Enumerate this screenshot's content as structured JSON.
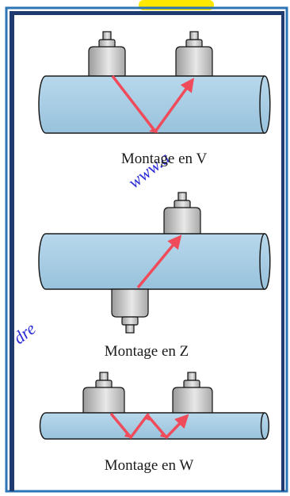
{
  "captions": {
    "v": "Montage en V",
    "z": "Montage en Z",
    "w": "Montage en W"
  },
  "watermark": {
    "text_upper": "www.a",
    "text_lower": "dre"
  },
  "colors": {
    "frame_dark": "#1f3a6e",
    "frame_accent": "#2e75b6",
    "highlight": "#ffe800",
    "pipe_fill": "#a9cfe6",
    "pipe_stroke": "#1a1a1a",
    "sensor_fill": "#c8c8c8",
    "beam": "#ef4b5a",
    "watermark": "#2b2bd8"
  },
  "icons": {
    "sensor": "ultrasonic-transducer-icon",
    "beam": "ultrasound-path-arrow"
  }
}
